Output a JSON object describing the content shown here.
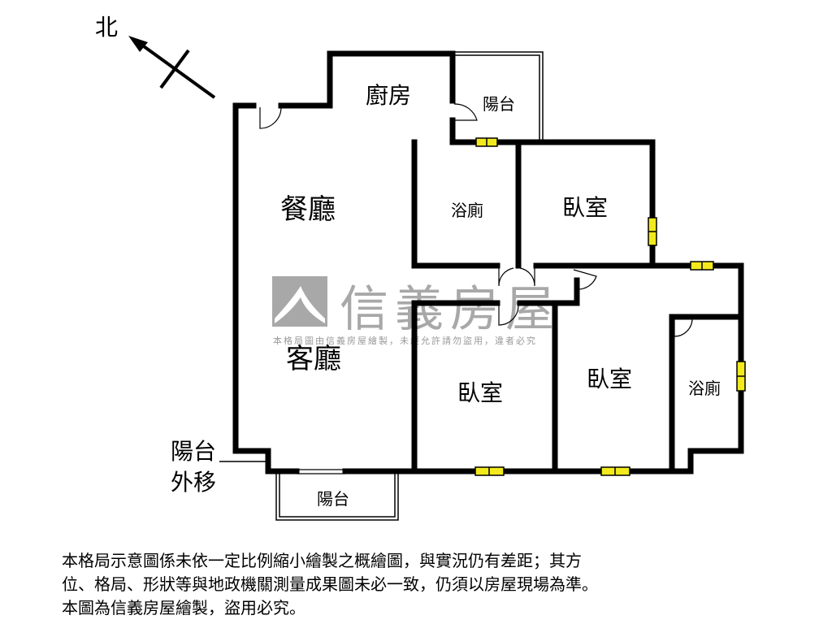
{
  "compass": {
    "north_label": "北"
  },
  "rooms": {
    "kitchen": "廚房",
    "balcony_top": "陽台",
    "dining": "餐廳",
    "living": "客廳",
    "bath_1": "浴廁",
    "bedroom_1": "臥室",
    "bedroom_2": "臥室",
    "bedroom_3": "臥室",
    "bath_2": "浴廁",
    "balcony_bottom": "陽台",
    "balcony_note_line1": "陽台",
    "balcony_note_line2": "外移"
  },
  "watermark": {
    "brand": "信義房屋",
    "text": "本格局圖由信義房屋繪製，未經允許請勿盜用，違者必究"
  },
  "disclaimer": [
    "本格局示意圖係未依一定比例縮小繪製之概繪圖，與實況仍有差距；其方",
    "位、格局、形狀等與地政機關測量成果圖未必一致，仍須以房屋現場為準。",
    "本圖為信義房屋繪製，盜用必究。"
  ],
  "colors": {
    "wall": "#000000",
    "window": "#f2ea1c",
    "watermark": "#a8a8a8"
  }
}
